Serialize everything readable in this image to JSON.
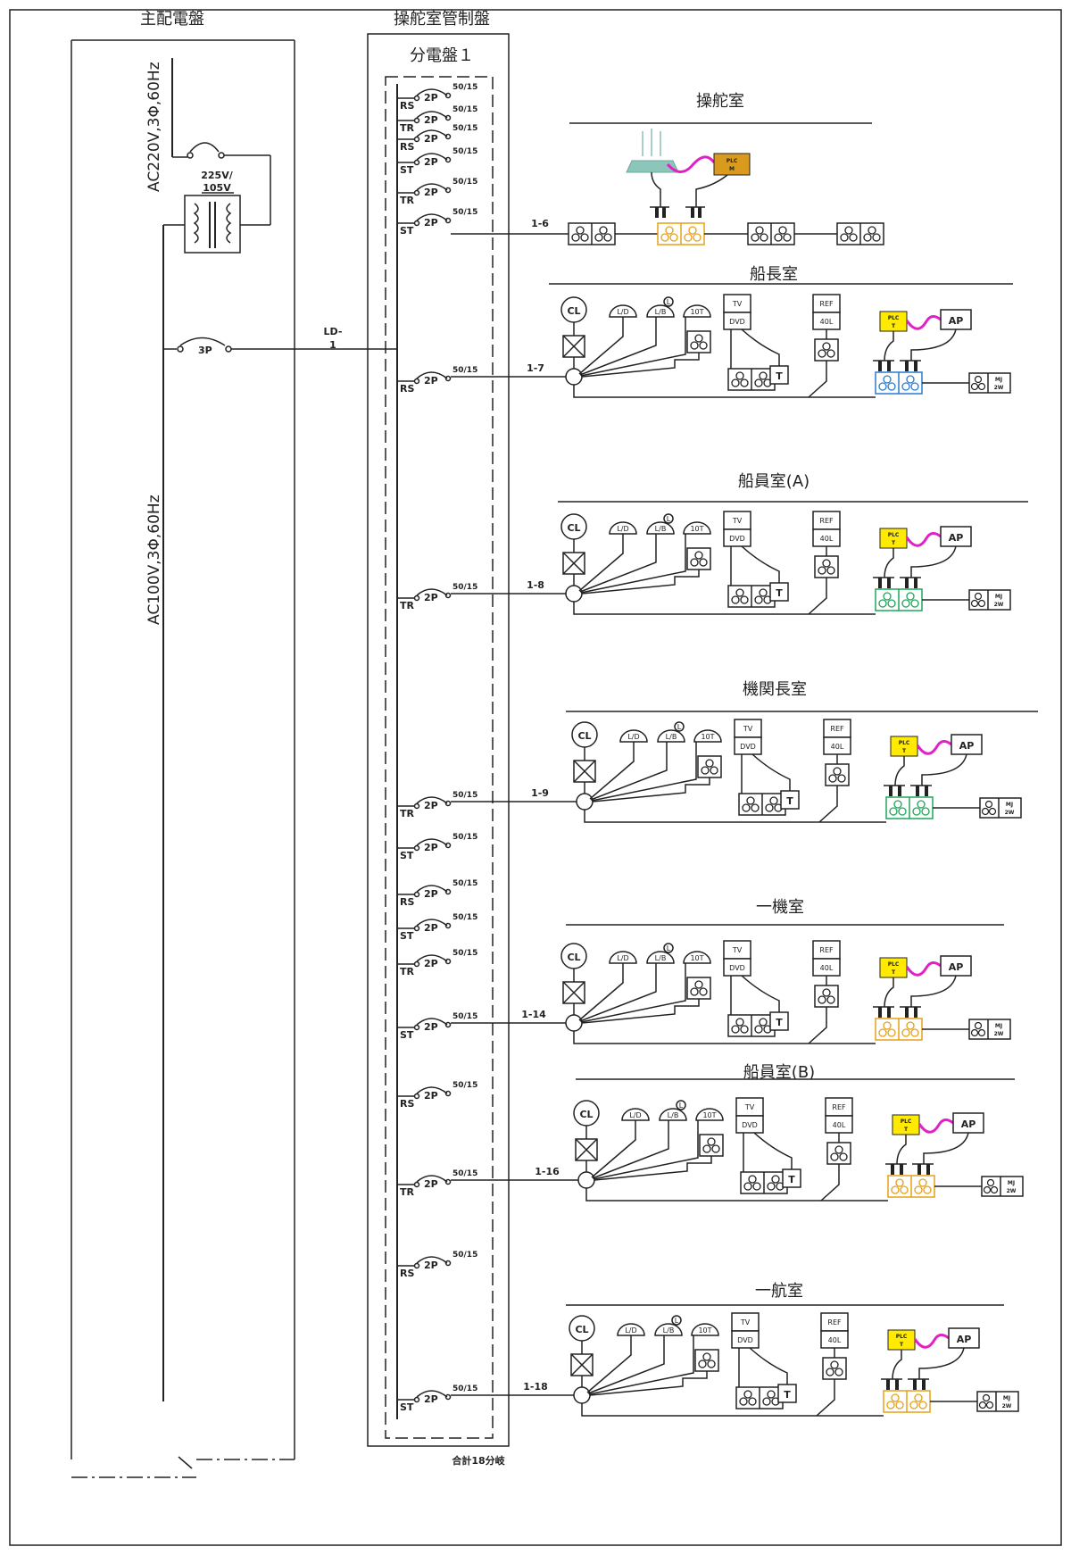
{
  "main_panel": {
    "title": "主配電盤",
    "voltage_220": "AC220V,3Φ,60Hz",
    "voltage_100": "AC100V,3Φ,60Hz",
    "transformer": "225V/\n105V",
    "breaker_3p": "3P"
  },
  "control_panel": {
    "title": "操舵室管制盤",
    "sub_title": "分電盤１",
    "feeder": "LD-\n1",
    "total": "合計18分岐",
    "breakers": [
      {
        "phase": "RS",
        "type": "2P",
        "rating": "50/15"
      },
      {
        "phase": "TR",
        "type": "2P",
        "rating": "50/15"
      },
      {
        "phase": "RS",
        "type": "2P",
        "rating": "50/15"
      },
      {
        "phase": "ST",
        "type": "2P",
        "rating": "50/15"
      },
      {
        "phase": "TR",
        "type": "2P",
        "rating": "50/15"
      },
      {
        "phase": "ST",
        "type": "2P",
        "rating": "50/15",
        "circuit": "1-6"
      },
      {
        "phase": "RS",
        "type": "2P",
        "rating": "50/15",
        "circuit": "1-7"
      },
      {
        "phase": "TR",
        "type": "2P",
        "rating": "50/15",
        "circuit": "1-8"
      },
      {
        "phase": "TR",
        "type": "2P",
        "rating": "50/15",
        "circuit": "1-9"
      },
      {
        "phase": "ST",
        "type": "2P",
        "rating": "50/15"
      },
      {
        "phase": "RS",
        "type": "2P",
        "rating": "50/15"
      },
      {
        "phase": "ST",
        "type": "2P",
        "rating": "50/15"
      },
      {
        "phase": "TR",
        "type": "2P",
        "rating": "50/15"
      },
      {
        "phase": "ST",
        "type": "2P",
        "rating": "50/15",
        "circuit": "1-14"
      },
      {
        "phase": "RS",
        "type": "2P",
        "rating": "50/15"
      },
      {
        "phase": "TR",
        "type": "2P",
        "rating": "50/15",
        "circuit": "1-16"
      },
      {
        "phase": "RS",
        "type": "2P",
        "rating": "50/15"
      },
      {
        "phase": "ST",
        "type": "2P",
        "rating": "50/15",
        "circuit": "1-18"
      }
    ]
  },
  "wheelhouse": {
    "title": "操舵室",
    "plc": "PLC\nM",
    "colors": {
      "plc": "#d99a1e",
      "outlet": "#e6a019",
      "cable": "#e021c8"
    }
  },
  "rooms": [
    {
      "title": "船長室",
      "outlet_color": "#2a7bd1"
    },
    {
      "title": "船員室(A)",
      "outlet_color": "#1fa55a"
    },
    {
      "title": "機関長室",
      "outlet_color": "#1fa55a"
    },
    {
      "title": "一機室",
      "outlet_color": "#e6a019"
    },
    {
      "title": "船員室(B)",
      "outlet_color": "#e6a019"
    },
    {
      "title": "一航室",
      "outlet_color": "#e6a019"
    }
  ],
  "labels": {
    "cl": "CL",
    "lamp1": "L/D",
    "lamp2": "L/B",
    "lamp3": "10T",
    "lamp_marker": "L",
    "tv": "TV",
    "dvd": "DVD",
    "ref": "REF",
    "ref_size": "40L",
    "t": "T",
    "plc_t": "PLC\nT",
    "ap": "AP",
    "mj": "MJ\n2W"
  },
  "colors": {
    "plc_yellow": "#ffea00",
    "cable": "#e021c8",
    "line": "#222222"
  }
}
